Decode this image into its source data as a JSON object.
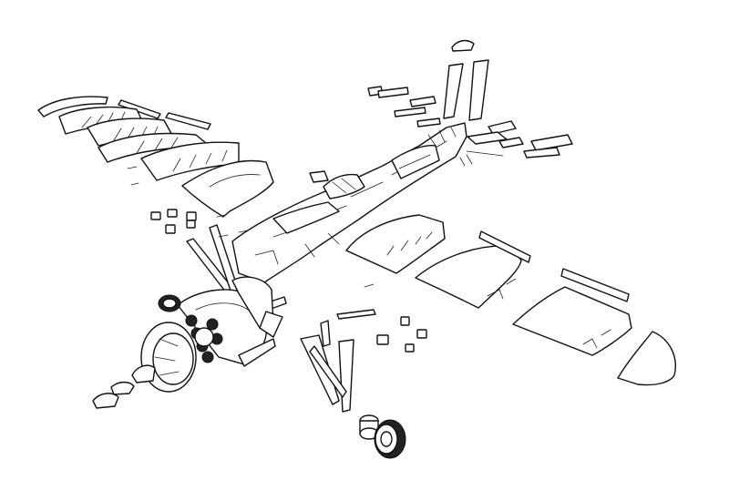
{
  "diagram": {
    "type": "exploded-view line drawing",
    "line_color": "#111111",
    "background": "#ffffff",
    "parts": [
      "wingtip-left",
      "aileron-left",
      "flap-left-outer",
      "flap-left-inner",
      "wing-panel-left-upper",
      "fuselage",
      "canopy",
      "tail-fin",
      "rudder",
      "stabilizer-right",
      "elevator-right",
      "wing-panel-right-inner",
      "wing-panel-right-middle",
      "wing-panel-right-outer",
      "wingtip-right",
      "leading-edge-strip-right-a",
      "leading-edge-strip-right-b",
      "propeller",
      "spinner",
      "spinner-cap",
      "engine-cowling",
      "radial-engine",
      "cowling-ring",
      "main-landing-gear",
      "wheel",
      "wheel-hub",
      "gear-door",
      "small-fittings"
    ]
  }
}
